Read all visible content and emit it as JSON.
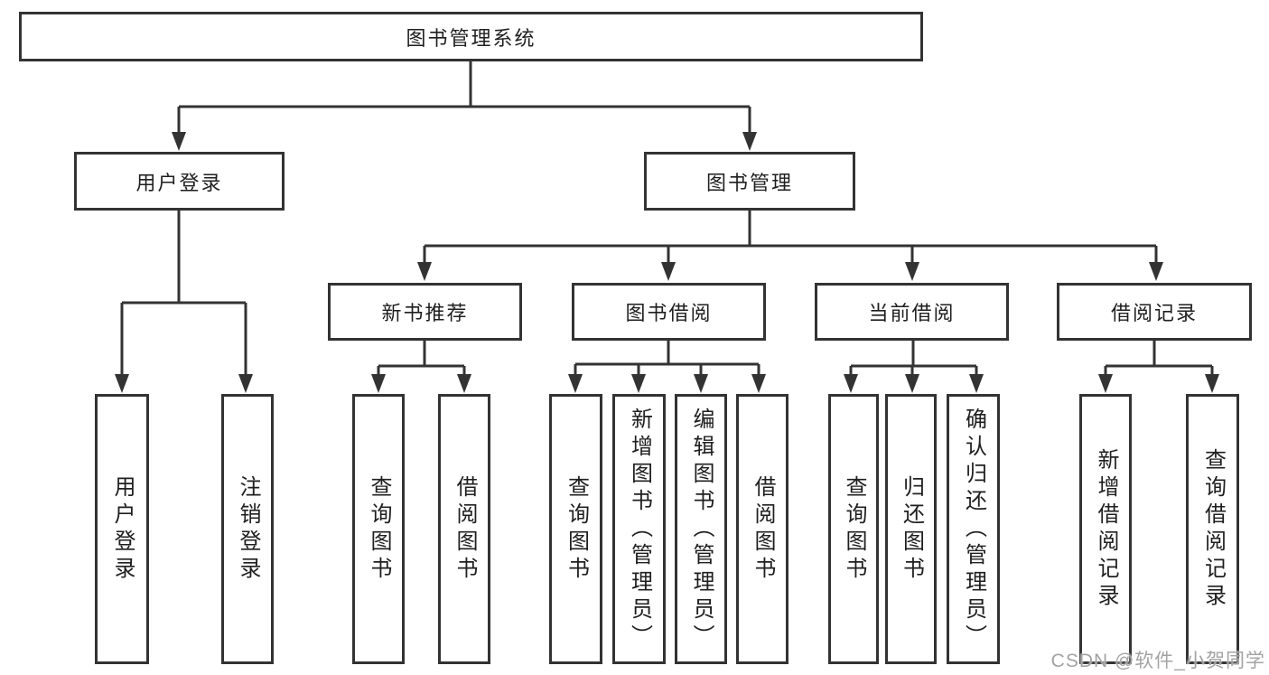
{
  "diagram": {
    "title": "图书管理系统",
    "root": {
      "label": "图书管理系统"
    },
    "level2": [
      {
        "label": "用户登录"
      },
      {
        "label": "图书管理"
      }
    ],
    "level3": [
      {
        "label": "新书推荐"
      },
      {
        "label": "图书借阅"
      },
      {
        "label": "当前借阅"
      },
      {
        "label": "借阅记录"
      }
    ],
    "leaves": {
      "user_login": [
        {
          "label": "用户登录"
        },
        {
          "label": "注销登录"
        }
      ],
      "new_book": [
        {
          "label": "查询图书"
        },
        {
          "label": "借阅图书"
        }
      ],
      "book_borrow": [
        {
          "label": "查询图书"
        },
        {
          "label": "新增图书（管理员）"
        },
        {
          "label": "编辑图书（管理员）"
        },
        {
          "label": "借阅图书"
        }
      ],
      "current_borrow": [
        {
          "label": "查询图书"
        },
        {
          "label": "归还图书"
        },
        {
          "label": "确认归还（管理员）"
        }
      ],
      "borrow_record": [
        {
          "label": "新增借阅记录"
        },
        {
          "label": "查询借阅记录"
        }
      ]
    }
  },
  "watermark": {
    "text": "CSDN @软件_小贺同学"
  },
  "colors": {
    "line": "#333333",
    "text": "#1f1f1f",
    "background": "#ffffff",
    "watermark": "#a3a3a3"
  }
}
